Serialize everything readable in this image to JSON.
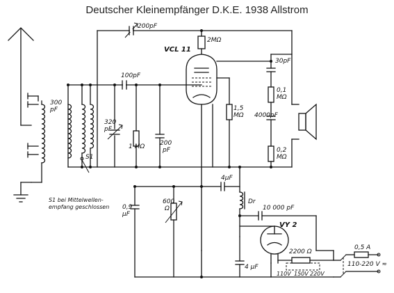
{
  "title": "Deutscher Kleinempfänger D.K.E. 1938 Allstrom",
  "labels": {
    "c_antenna": "200pF",
    "r_anode": "2MΩ",
    "tube_main": "VCL 11",
    "c_grid": "100pF",
    "c_out": "30pF",
    "r_fb1_val": "0,1",
    "r_fb1_unit": "MΩ",
    "r_grid_val": "1,5",
    "r_grid_unit": "MΩ",
    "c_ant_val": "300",
    "c_ant_unit": "pF",
    "c_tune_val": "320",
    "c_tune_unit": "pF",
    "r_leak": "1 MΩ",
    "c_bypass_val": "200",
    "c_bypass_unit": "pF",
    "c_spk": "4000pF",
    "r_fb2_val": "0,2",
    "r_fb2_unit": "MΩ",
    "switch": "S1",
    "c_coupling": "4µF",
    "note_line1": "S1 bei Mittelwellen-",
    "note_line2": "empfang geschlossen",
    "c_filter_val": "0,9",
    "c_filter_unit": "µF",
    "pot_val": "600",
    "pot_unit": "Ω",
    "choke": "Dr",
    "c_rect": "10 000 pF",
    "tube_rect": "VY 2",
    "r_heater": "2200 Ω",
    "fuse": "0,5 A",
    "mains": "110-220 V ≂",
    "tap_110": "110V",
    "tap_150": "150V",
    "tap_220": "220V",
    "c_smooth": "4 µF"
  }
}
